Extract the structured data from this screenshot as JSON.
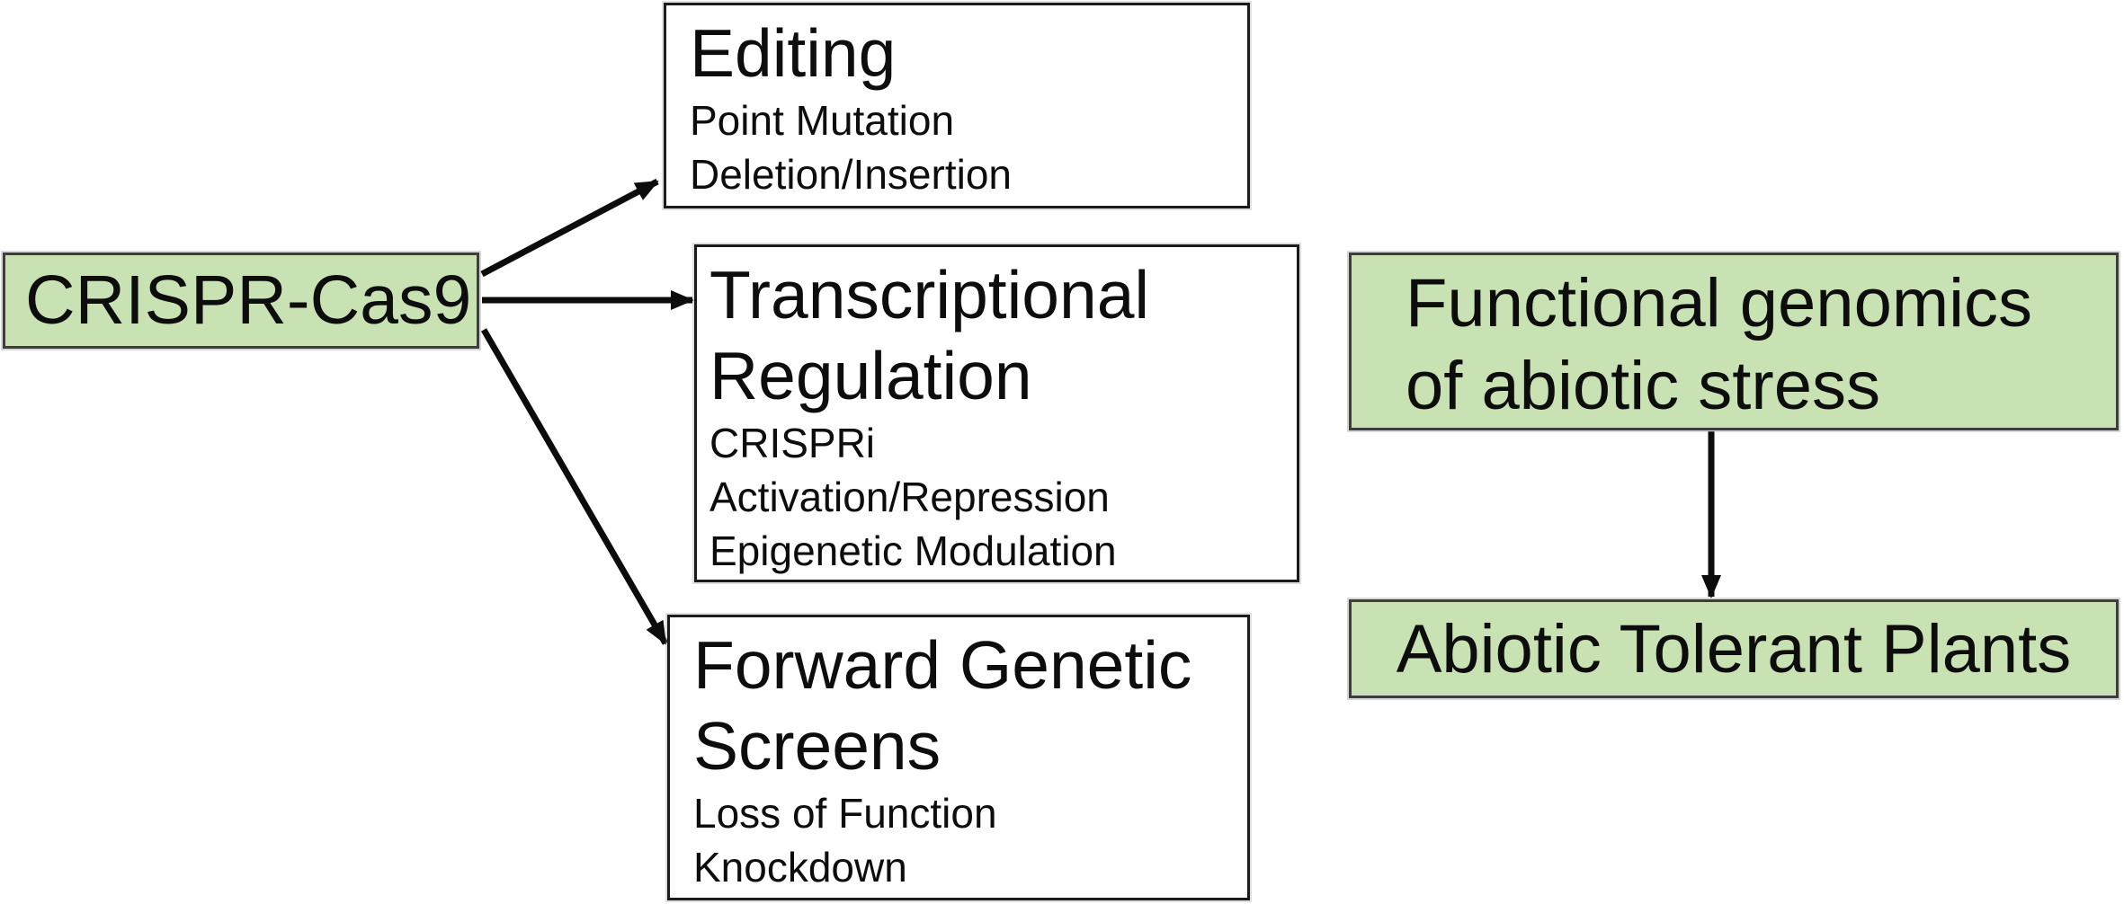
{
  "diagram": {
    "colors": {
      "node_fill_green": "#c9e2b4",
      "green_node_border": "#3d3d3d",
      "white_node_border": "#1b1b1b",
      "arrow": "#0c0c0c",
      "text": "#0d0d0d",
      "background": "#ffffff"
    },
    "nodes": {
      "crispr": {
        "label": "CRISPR-Cas9"
      },
      "editing": {
        "title": "Editing",
        "items": [
          "Point Mutation",
          "Deletion/Insertion"
        ]
      },
      "transcriptional": {
        "title": "Transcriptional Regulation",
        "items": [
          "CRISPRi",
          "Activation/Repression",
          "Epigenetic Modulation"
        ]
      },
      "forward_screens": {
        "title": "Forward Genetic Screens",
        "items": [
          "Loss of Function",
          "Knockdown"
        ]
      },
      "functional_genomics": {
        "label": "Functional genomics of abiotic stress"
      },
      "abiotic_plants": {
        "label": "Abiotic Tolerant Plants"
      }
    },
    "edges": [
      {
        "from": "CRISPR-Cas9",
        "to": "Editing"
      },
      {
        "from": "CRISPR-Cas9",
        "to": "Transcriptional Regulation"
      },
      {
        "from": "CRISPR-Cas9",
        "to": "Forward Genetic Screens"
      },
      {
        "from": "Functional genomics of abiotic stress",
        "to": "Abiotic Tolerant Plants"
      }
    ]
  }
}
